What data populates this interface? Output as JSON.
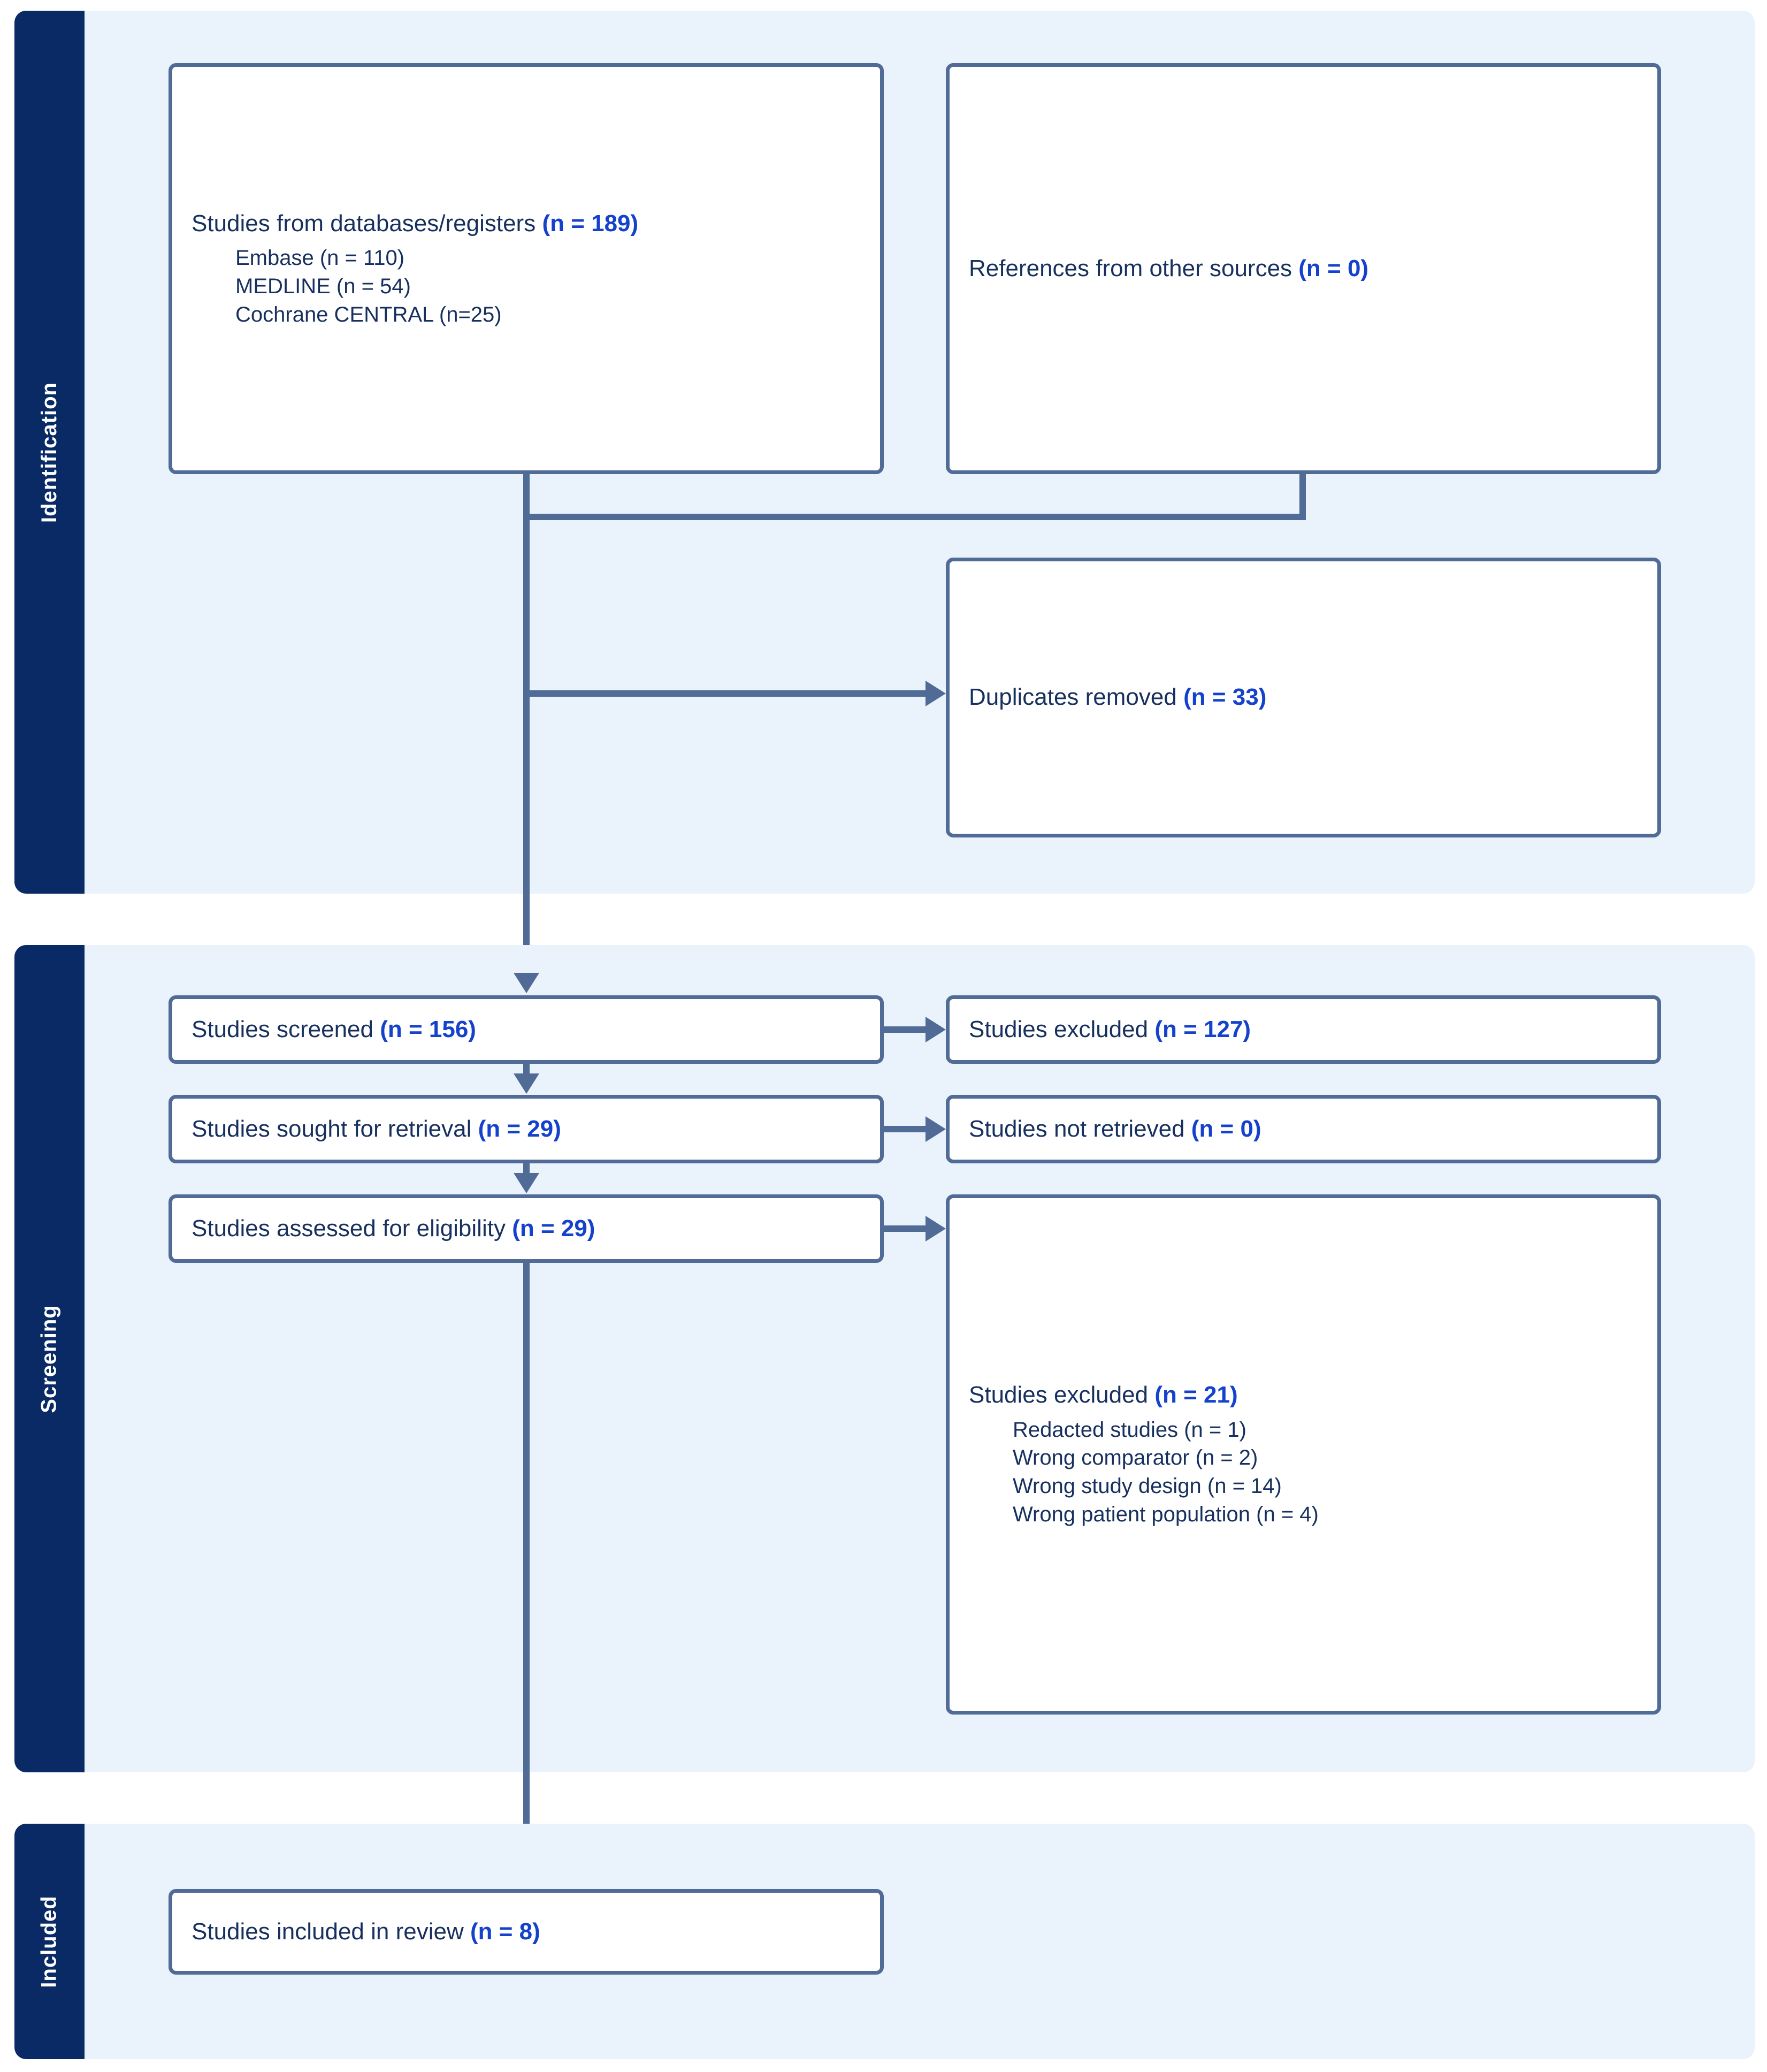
{
  "diagram": {
    "type": "prisma-flow-diagram",
    "colors": {
      "stage_strip": "#0A2A66",
      "band_background": "#EAF2FC",
      "box_border": "#4F6B96",
      "body_text": "#17305E",
      "count_text": "#1442CC",
      "page_background": "#FFFFFF"
    }
  },
  "stages": {
    "identification": {
      "label": "Identification"
    },
    "screening": {
      "label": "Screening"
    },
    "included": {
      "label": "Included"
    }
  },
  "boxes": {
    "databases": {
      "text": "Studies from databases/registers ",
      "count": "(n = 189)",
      "sources": [
        "Embase (n = 110)",
        "MEDLINE (n = 54)",
        "Cochrane CENTRAL (n=25)"
      ]
    },
    "other_sources": {
      "text": "References from other sources ",
      "count": "(n = 0)"
    },
    "duplicates_removed": {
      "text": "Duplicates removed ",
      "count": "(n = 33)"
    },
    "screened": {
      "text": "Studies screened ",
      "count": "(n = 156)"
    },
    "excluded_screening": {
      "text": "Studies excluded ",
      "count": "(n = 127)"
    },
    "sought_retrieval": {
      "text": "Studies sought for retrieval ",
      "count": "(n = 29)"
    },
    "not_retrieved": {
      "text": "Studies not retrieved ",
      "count": "(n = 0)"
    },
    "assessed_eligibility": {
      "text": "Studies assessed for eligibility ",
      "count": "(n = 29)"
    },
    "excluded_eligibility": {
      "text": "Studies excluded ",
      "count": "(n = 21)",
      "reasons": [
        "Redacted studies (n = 1)",
        "Wrong comparator (n = 2)",
        "Wrong study design (n = 14)",
        "Wrong patient population (n = 4)"
      ]
    },
    "included_review": {
      "text": "Studies included in review ",
      "count": "(n = 8)"
    }
  }
}
